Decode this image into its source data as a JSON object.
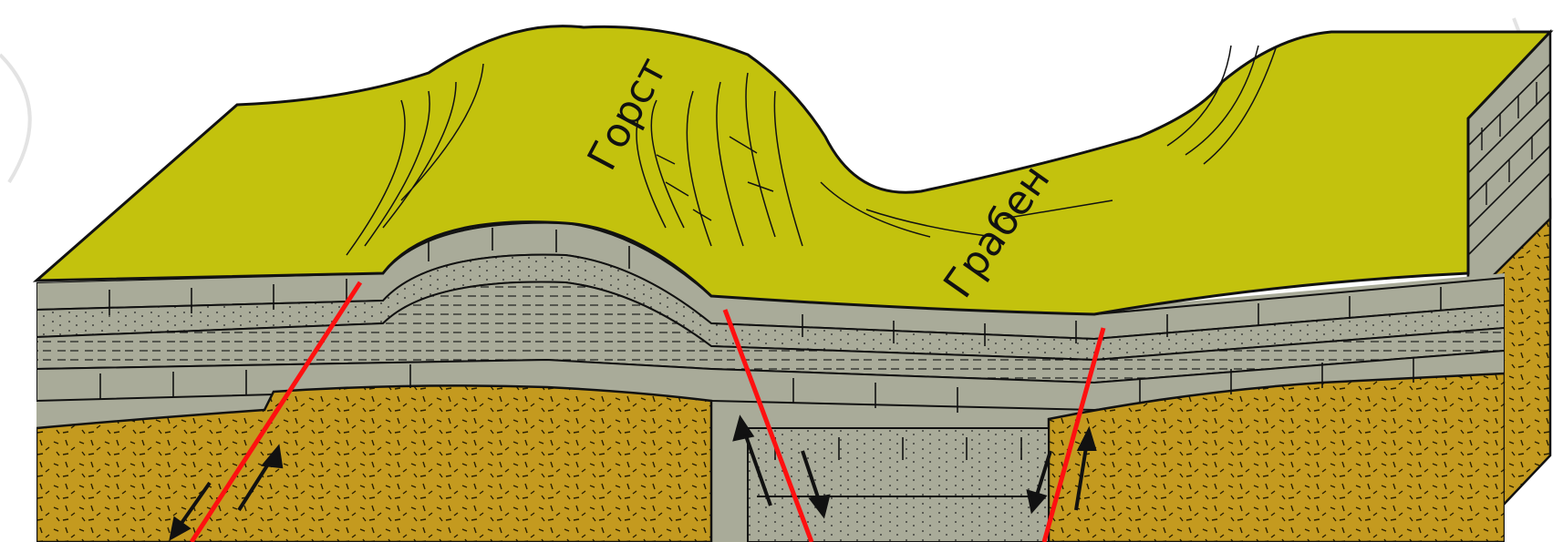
{
  "labels": {
    "horst": "Горст",
    "graben": "Грабен"
  },
  "colors": {
    "surface": "#c3c20d",
    "strata_gray": "#a9ab99",
    "basement": "#c49a1f",
    "fault": "#ff1010",
    "ink": "#111111",
    "watermark": "#dcdcdc"
  },
  "icons": [
    "fault-line",
    "motion-arrow"
  ]
}
